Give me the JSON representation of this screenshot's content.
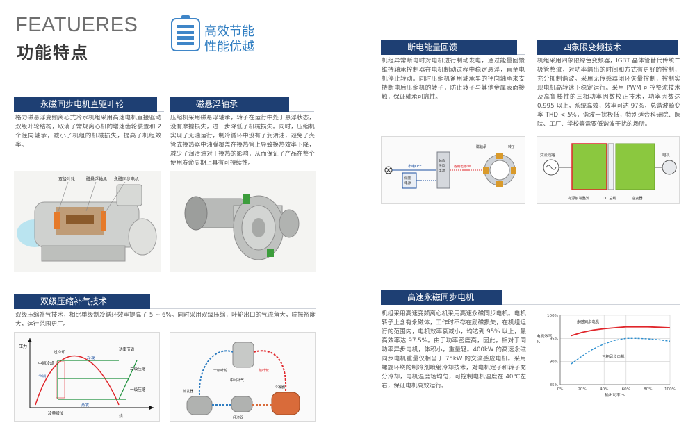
{
  "header": {
    "title": "FEATUERES",
    "subtitle": "功能特点",
    "badge_line1": "高效节能",
    "badge_line2": "性能优越"
  },
  "sections": {
    "pmsm_direct": {
      "title": "永磁同步电机直驱叶轮",
      "body": "格力磁悬浮变频离心式冷水机组采用高速电机直接驱动双级叶轮结构，取消了常规离心机的增速齿轮装置和 2 个径向轴承，减小了机组的机械损失，提高了机组效率。",
      "labels": [
        "双级叶轮",
        "磁悬浮轴承",
        "永磁同步电机"
      ]
    },
    "maglev": {
      "title": "磁悬浮轴承",
      "body": "压缩机采用磁悬浮轴承，转子在运行中处于悬浮状态，没有摩擦损失，进一步降低了机械损失。同时，压缩机实现了无油运行，制冷循环中没有了润滑油，避免了壳管式换热器中油膜覆盖在换热管上导致换热效率下降，减少了润滑油对于换热的影响，从而保证了产品在整个使用寿命周期上具有可持续性。"
    },
    "power_off": {
      "title": "断电能量回馈",
      "body": "机组异常断电时对电机进行制动发电，通过能量回馈维持轴承控制器在电机制动过程中稳定悬浮，直至电机停止转动。同时压缩机备用轴承里的径向轴承来支持断电后压缩机的转子，防止转子与其他金属表面接触，保证轴承可靠性。",
      "labels": {
        "switch": "市电OFF",
        "battery": "储量\n电源",
        "bearing_power": "轴承\n供电\n电源",
        "switch_on": "备用电源ON",
        "bearing": "磁轴承",
        "rotor": "转子"
      }
    },
    "four_quadrant": {
      "title": "四象限变频技术",
      "body": "机组采用四象限绿色变频器，IGBT 晶体管替代传统二极管整流，对功率输出的时间和方式有更好的控制，充分抑制谐波。采用无传感器闭环矢量控制，控制实现电机高转速下稳定运行。采用 PWM 可控整流技术及高鲁棒性的三相功率因数校正技术，功率因数达 0.995 以上，系统高效，效率可达 97%，总谐波畸变率 THD < 5%，谐波干扰极低，特别适合科研院、医院、工厂、学校等需要低谐波干扰的场所。",
      "labels": {
        "ac": "交流线路",
        "motor": "电机",
        "rectifier": "有源前端整流",
        "dc": "DC 总线",
        "inverter": "逆变器"
      }
    },
    "two_stage": {
      "title": "双级压缩补气技术",
      "body": "双级压缩补气技术，相比单级制冷循环效率提高了 5 ~ 6%。同时采用双级压缩，叶轮出口的气流角大，喘振裕度大，运行范围更广。",
      "ph_labels": {
        "y": "压力",
        "x": "焓",
        "subcool": "过冷却",
        "mid_cool": "中间冷却",
        "throttle": "节流",
        "condense": "冷凝",
        "evaporate": "蒸发",
        "cap_inc": "冷量增加",
        "power_save": "功率节省",
        "stage2": "二级压缩",
        "stage1": "一级压缩"
      },
      "cycle_labels": {
        "evap": "蒸发器",
        "s1": "一级叶轮",
        "s2": "二级叶轮",
        "mid": "中间补气",
        "cond": "冷凝器",
        "econ": "经济器"
      }
    },
    "hs_motor": {
      "title": "高速永磁同步电机",
      "body": "机组采用高速变频离心机采用高速永磁同步电机。电机转子上含有永磁体，工作时不存在励磁损失，在机组运行的范围内，电机效率衰减小，均达到 95% 以上，最高效率达 97.5%。由于功率密度高，因此，相对于同功率异步电机，体积小，重量轻。400kW 的高速永磁同步电机重量仅相当于 75kW 的交流感应电机。采用螺旋环绕的制冷剂喷射冷却技术，对电机定子和转子充分冷却，电机温度场均匀，可控制电机温度在 40℃左右，保证电机高效运行。"
    }
  },
  "chart_data": {
    "type": "line",
    "ylabel": "电机效率 %",
    "xlabel": "输出功率 %",
    "x": [
      10,
      20,
      30,
      40,
      50,
      60,
      70,
      80,
      90,
      100
    ],
    "xticks": [
      "0%",
      "20%",
      "40%",
      "60%",
      "80%",
      "100%"
    ],
    "yticks": [
      "85%",
      "90%",
      "95%",
      "100%"
    ],
    "xlim": [
      0,
      100
    ],
    "ylim": [
      85,
      100
    ],
    "series": [
      {
        "name": "永磁同步电机",
        "color": "#e0262b",
        "dash": false,
        "values": [
          95.6,
          96.3,
          96.8,
          97.1,
          97.3,
          97.5,
          97.5,
          97.5,
          97.4,
          97.3
        ]
      },
      {
        "name": "三相异步电机",
        "color": "#2f90d0",
        "dash": true,
        "values": [
          89.5,
          91.2,
          92.7,
          93.8,
          94.6,
          95.0,
          95.0,
          94.9,
          94.7,
          94.4
        ]
      }
    ]
  }
}
